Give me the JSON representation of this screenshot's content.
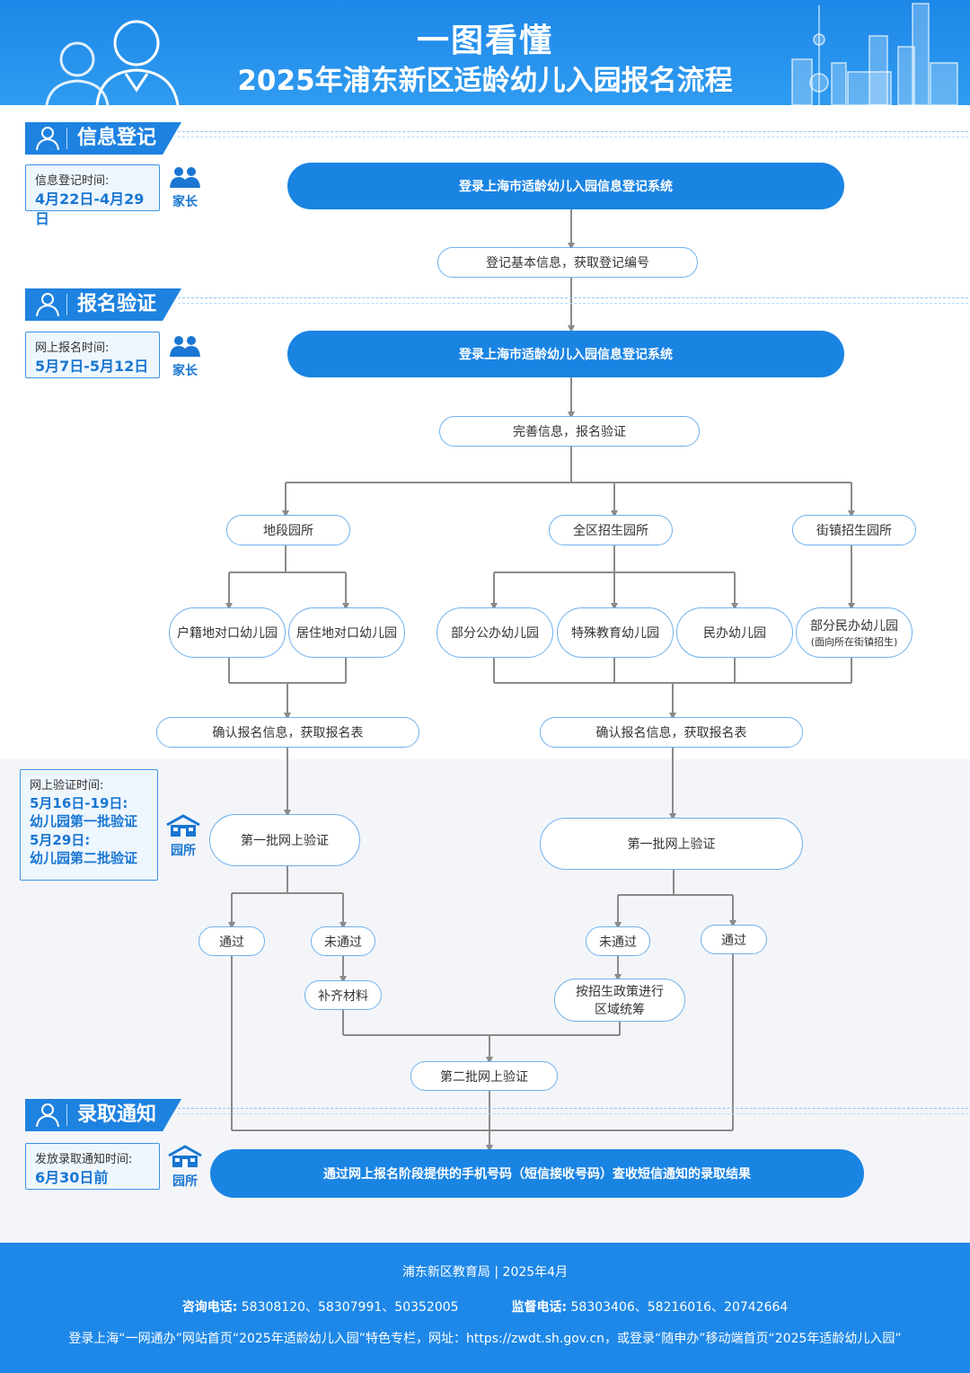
{
  "header": {
    "title_line1": "一图看懂",
    "title_line2": "2025年浦东新区适龄幼儿入园报名流程"
  },
  "sections": {
    "s1": {
      "label": "信息登记",
      "time_title": "信息登记时间:",
      "time_value": "4月22日-4月29日",
      "role": "家长"
    },
    "s2": {
      "label": "报名验证",
      "time_title": "网上报名时间:",
      "time_value": "5月7日-5月12日",
      "role": "家长"
    },
    "s3": {
      "time_title": "网上验证时间:",
      "time_value_1": "5月16日-19日:",
      "time_value_2": "幼儿园第一批验证",
      "time_value_3": "5月29日:",
      "time_value_4": "幼儿园第二批验证",
      "role": "园所"
    },
    "s4": {
      "label": "录取通知",
      "time_title": "发放录取通知时间:",
      "time_value": "6月30日前",
      "role": "园所"
    }
  },
  "flow": {
    "login_1": "登录上海市适龄幼儿入园信息登记系统",
    "register_basic": "登记基本信息，获取登记编号",
    "login_2": "登录上海市适龄幼儿入园信息登记系统",
    "complete_info": "完善信息，报名验证",
    "district_kg": "地段园所",
    "all_district_kg": "全区招生园所",
    "town_kg": "街镇招生园所",
    "huji_kg": "户籍地对口幼儿园",
    "juzhu_kg": "居住地对口幼儿园",
    "public_kg": "部分公办幼儿园",
    "special_kg": "特殊教育幼儿园",
    "private_kg": "民办幼儿园",
    "town_private_kg": "部分民办幼儿园",
    "town_private_note": "(面向所在街镇招生)",
    "confirm_left": "确认报名信息，获取报名表",
    "confirm_right": "确认报名信息，获取报名表",
    "verify1_left": "第一批网上验证",
    "verify1_right": "第一批网上验证",
    "pass_left": "通过",
    "fail_left": "未通过",
    "fail_right": "未通过",
    "pass_right": "通过",
    "supplement": "补齐材料",
    "policy_1": "按招生政策进行",
    "policy_2": "区域统筹",
    "verify2": "第二批网上验证",
    "result": "通过网上报名阶段提供的手机号码（短信接收号码）查收短信通知的录取结果"
  },
  "footer": {
    "org_date": "浦东新区教育局  |  2025年4月",
    "consult_label": "咨询电话:",
    "consult_value": "58308120、58307991、50352005",
    "supervise_label": "监督电话:",
    "supervise_value": "58303406、58216016、20742664",
    "note": "登录上海“一网通办”网站首页“2025年适龄幼儿入园”特色专栏，网址：https://zwdt.sh.gov.cn，或登录“随申办”移动端首页“2025年适龄幼儿入园”"
  },
  "colors": {
    "primary": "#1a84e3",
    "light_border": "#6db1ef",
    "line": "#8a8a8a"
  }
}
